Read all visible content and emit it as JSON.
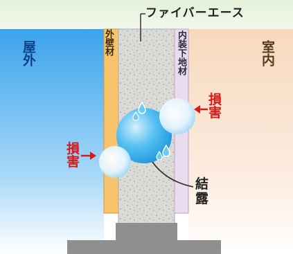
{
  "top_label": "ファイバーエース",
  "outdoor_label": "屋外",
  "indoor_label": "室内",
  "exterior_wall_label": "外壁材",
  "interior_board_label": "内装下地材",
  "damage_label": "損害",
  "condensation_label": "結露",
  "colors": {
    "outdoor": "#3ea4ec",
    "indoor": "#f8dcc3",
    "exterior_wall": "#f7c56c",
    "insulation": "#d9d9d6",
    "interior_board": "#e9ddec",
    "foundation": "#8f8f8f",
    "damage": "#d41a1a",
    "bubble": "#35b0ee"
  }
}
